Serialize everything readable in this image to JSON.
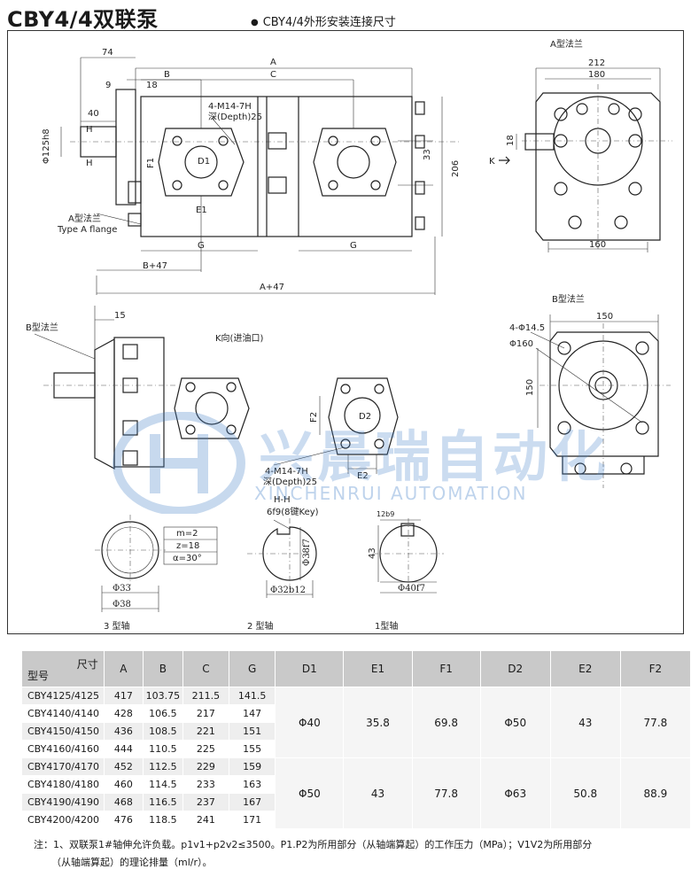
{
  "title": "CBY4/4双联泵",
  "subtitle": "CBY4/4外形安装连接尺寸",
  "drawing": {
    "labels": {
      "dim_74": "74",
      "dim_A": "A",
      "dim_B": "B",
      "dim_C": "C",
      "dim_9": "9",
      "dim_18": "18",
      "dim_40": "40",
      "shaft": "Φ125h8",
      "dim_H": "H",
      "thread": "4-M14-7H",
      "depth": "深(Depth)25",
      "D1": "D1",
      "F1": "F1",
      "E1": "E1",
      "dim_33": "33",
      "dim_206": "206",
      "dim_G": "G",
      "a_flange_cn": "A型法兰",
      "a_flange_en": "Type A flange",
      "B47": "B+47",
      "A47": "A+47",
      "a_flange_view": "A型法兰",
      "dim_212": "212",
      "dim_180": "180",
      "dim_18b": "18",
      "dim_K": "K",
      "dim_160": "160",
      "b_flange_cn": "B型法兰",
      "dim_15": "15",
      "k_view": "K向(进油口)",
      "thread2": "4-M14-7H",
      "depth2": "深(Depth)25",
      "D2": "D2",
      "F2": "F2",
      "E2": "E2",
      "b_flange_view": "B型法兰",
      "dim_150": "150",
      "hole": "4-Φ14.5",
      "dim_160b": "Φ160",
      "dim_150v": "150",
      "m": "m=2",
      "z": "z=18",
      "alpha": "α=30°",
      "d33": "Φ33",
      "d38": "Φ38",
      "hh": "H-H",
      "key": "6f9(8键Key)",
      "d38f7": "Φ38f7",
      "d32b12": "Φ32b12",
      "b12": "12b9",
      "d43": "43",
      "d40f7": "Φ40f7",
      "shaft3": "3 型轴",
      "shaft2": "2 型轴",
      "shaft1": "1型轴"
    }
  },
  "watermark": {
    "cn": "兴晨瑞自动化",
    "en": "XINCHENRUI AUTOMATION"
  },
  "table": {
    "header_size": "尺寸",
    "header_model": "型号",
    "columns": [
      "A",
      "B",
      "C",
      "G",
      "D1",
      "E1",
      "F1",
      "D2",
      "E2",
      "F2"
    ],
    "rows": [
      {
        "model": "CBY4125/4125",
        "A": "417",
        "B": "103.75",
        "C": "211.5",
        "G": "141.5"
      },
      {
        "model": "CBY4140/4140",
        "A": "428",
        "B": "106.5",
        "C": "217",
        "G": "147"
      },
      {
        "model": "CBY4150/4150",
        "A": "436",
        "B": "108.5",
        "C": "221",
        "G": "151"
      },
      {
        "model": "CBY4160/4160",
        "A": "444",
        "B": "110.5",
        "C": "225",
        "G": "155"
      },
      {
        "model": "CBY4170/4170",
        "A": "452",
        "B": "112.5",
        "C": "229",
        "G": "159"
      },
      {
        "model": "CBY4180/4180",
        "A": "460",
        "B": "114.5",
        "C": "233",
        "G": "163"
      },
      {
        "model": "CBY4190/4190",
        "A": "468",
        "B": "116.5",
        "C": "237",
        "G": "167"
      },
      {
        "model": "CBY4200/4200",
        "A": "476",
        "B": "118.5",
        "C": "241",
        "G": "171"
      }
    ],
    "groups": [
      {
        "D1": "Φ40",
        "E1": "35.8",
        "F1": "69.8",
        "D2": "Φ50",
        "E2": "43",
        "F2": "77.8"
      },
      {
        "D1": "Φ50",
        "E1": "43",
        "F1": "77.8",
        "D2": "Φ63",
        "E2": "50.8",
        "F2": "88.9"
      }
    ]
  },
  "notes": [
    "注：1、双联泵1#轴伸允许负载。p1v1+p2v2≤3500。P1.P2为所用部分（从轴端算起）的工作压力（MPa）；V1V2为所用部分",
    "（从轴端算起）的理论排量（ml/r）。"
  ]
}
